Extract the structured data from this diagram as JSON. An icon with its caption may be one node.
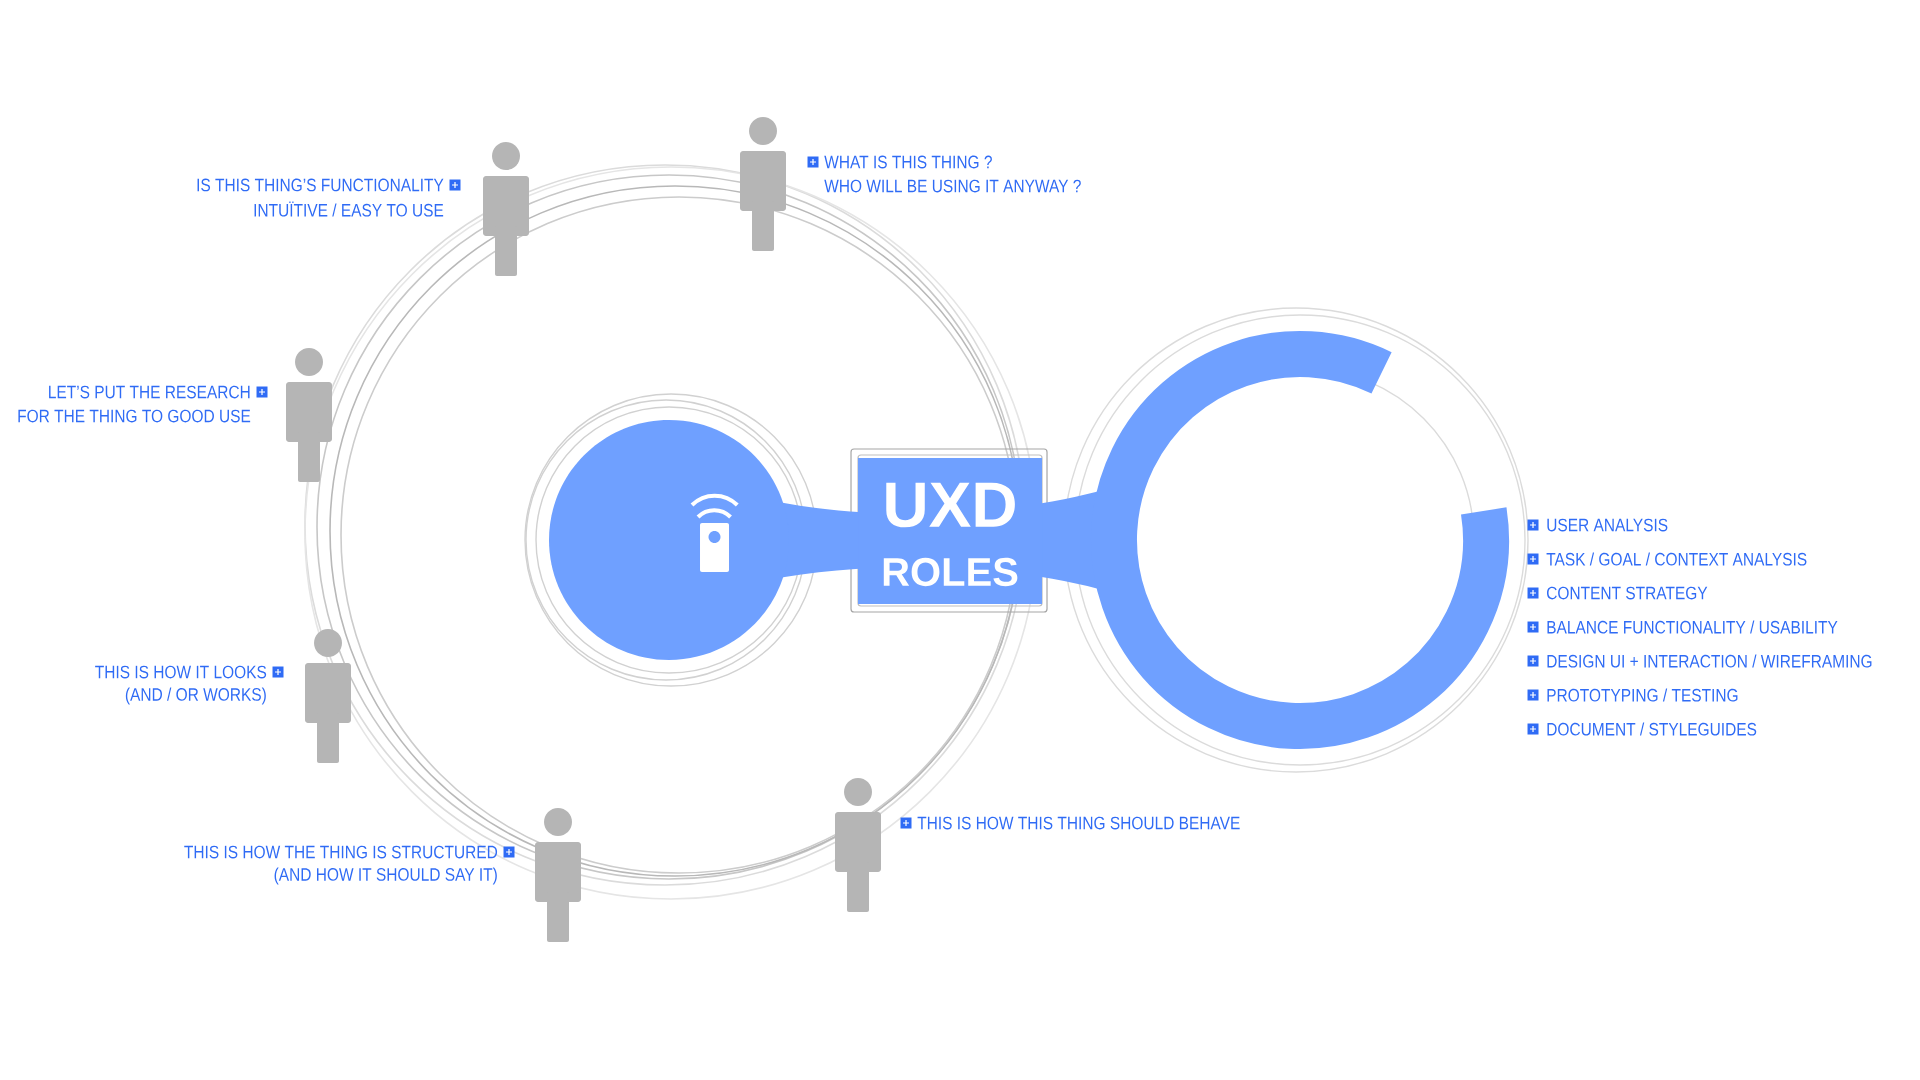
{
  "diagram": {
    "nodes": [
      {
        "text": [],
        "shape": "person",
        "beside": [
          "IS THIS THING’S FUNCTIONALITY",
          "INTUÏTIVE / EASY TO USE"
        ]
      },
      {
        "text": [],
        "shape": "person",
        "beside": [
          "WHAT IS THIS THING ?",
          "WHO WILL BE USING IT ANYWAY ?"
        ]
      },
      {
        "text": [],
        "shape": "person",
        "beside": [
          "LET’S PUT THE RESEARCH",
          "FOR THE THING TO GOOD USE"
        ]
      },
      {
        "text": [],
        "shape": "person",
        "beside": [
          "THIS IS HOW IT LOOKS",
          "(AND / OR WORKS)"
        ]
      },
      {
        "text": [],
        "shape": "person",
        "beside": [
          "THIS IS HOW THE THING IS STRUCTURED",
          "(AND HOW IT SHOULD SAY IT)"
        ]
      },
      {
        "text": [],
        "shape": "person",
        "beside": [
          "THIS IS HOW THIS THING SHOULD BEHAVE"
        ]
      }
    ],
    "labels": [
      "UXD",
      "ROLES",
      "USER ANALYSIS",
      "TASK / GOAL / CONTEXT ANALYSIS",
      "CONTENT STRATEGY",
      "BALANCE FUNCTIONALITY / USABILITY",
      "DESIGN UI + INTERACTION / WIREFRAMING",
      "PROTOTYPING / TESTING",
      "DOCUMENT / STYLEGUIDES"
    ]
  }
}
